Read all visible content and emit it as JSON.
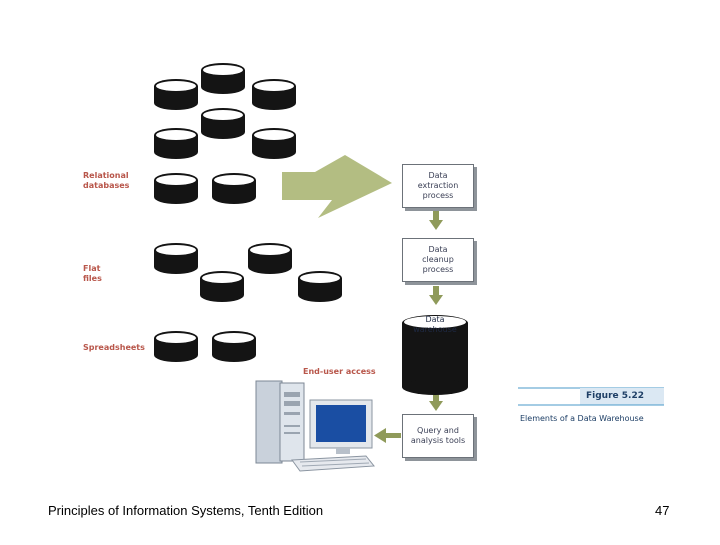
{
  "diagram": {
    "sources": {
      "relational_databases": "Relational\ndatabases",
      "flat_files": "Flat\nfiles",
      "spreadsheets": "Spreadsheets"
    },
    "process": {
      "extraction": "Data\nextraction\nprocess",
      "cleanup": "Data\ncleanup\nprocess",
      "warehouse": "Data\nwarehouse",
      "query_tools": "Query and\nanalysis tools"
    },
    "end_user_access": "End-user access",
    "figure_number": "Figure 5.22",
    "figure_title": "Elements of a Data Warehouse"
  },
  "colors": {
    "source_label": "#b8564a",
    "big_arrow": "#b3bd82",
    "small_arrow": "#8f9a5a",
    "figure_text": "#1e3f66",
    "figure_line": "#4a9ac8"
  },
  "footer": {
    "title": "Principles of Information Systems, Tenth Edition",
    "page": "47"
  }
}
